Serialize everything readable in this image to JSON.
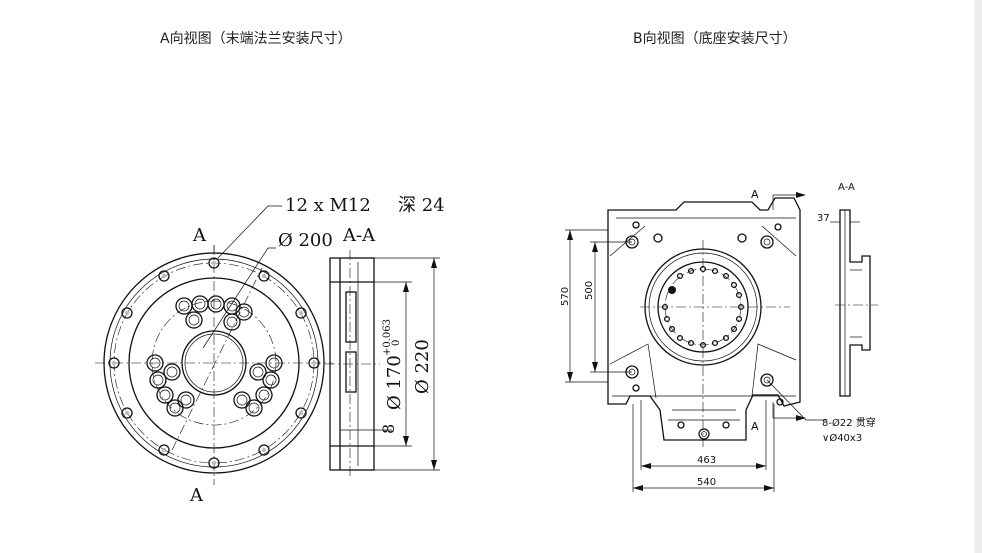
{
  "view_a": {
    "title": "A向视图（末端法兰安装尺寸）",
    "section_mark": "A",
    "thread_spec": "12 x  M12",
    "depth_spec": "深 24",
    "diameter_spec": "Ø 200",
    "section_title": "A-A",
    "bore_dim": "Ø 170",
    "tol_upper": "+0.063",
    "tol_lower": "0",
    "outer_dim": "Ø 220",
    "rim_dim": "8"
  },
  "view_b": {
    "title": "B向视图（底座安装尺寸）",
    "section_mark": "A",
    "section_title": "A-A",
    "dim_570": "570",
    "dim_500": "500",
    "dim_463": "463",
    "dim_540": "540",
    "dim_37": "37",
    "hole_spec_1": "8-Ø22  贯穿",
    "hole_spec_2": "∨Ø40x3"
  }
}
